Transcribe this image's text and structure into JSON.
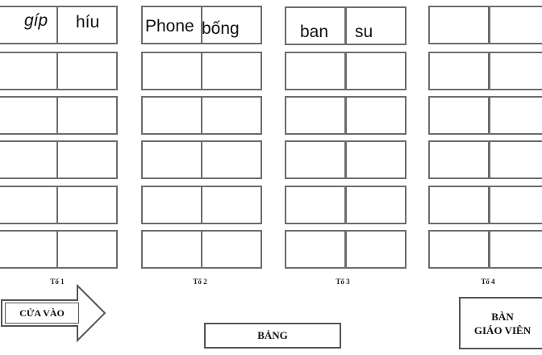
{
  "teams": [
    {
      "label": "Tổ 1",
      "names": [
        "gíp",
        "híu"
      ]
    },
    {
      "label": "Tổ 2",
      "names": [
        "Phone",
        "bống"
      ]
    },
    {
      "label": "Tổ 3",
      "names": [
        "ban",
        "su"
      ]
    },
    {
      "label": "Tổ 4",
      "names": []
    }
  ],
  "door": {
    "label": "CỬA VÀO"
  },
  "board": {
    "label": "BẢNG"
  },
  "teacher_desk": {
    "line1": "BÀN",
    "line2": "GIÁO VIÊN"
  },
  "colors": {
    "line": "#6d6d6d",
    "text": "#111111"
  }
}
